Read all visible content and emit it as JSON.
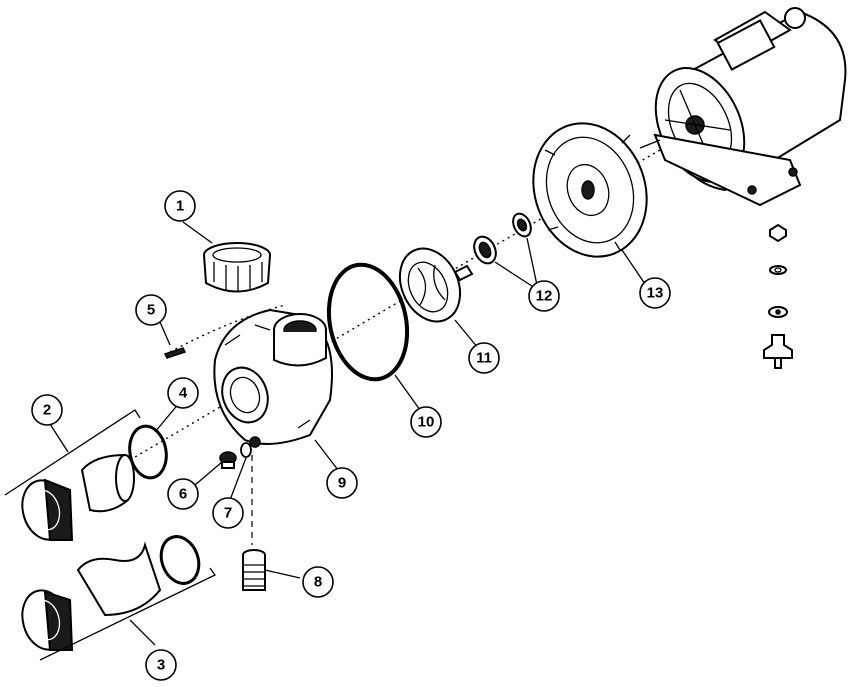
{
  "diagram": {
    "callouts": [
      "1",
      "2",
      "3",
      "4",
      "5",
      "6",
      "7",
      "8",
      "9",
      "10",
      "11",
      "12",
      "13"
    ]
  },
  "icons": {
    "motor": "motor-icon",
    "seal_plate": "seal-plate-icon",
    "impeller": "impeller-icon",
    "volute": "pump-volute-icon",
    "union_nut": "union-nut-icon"
  }
}
